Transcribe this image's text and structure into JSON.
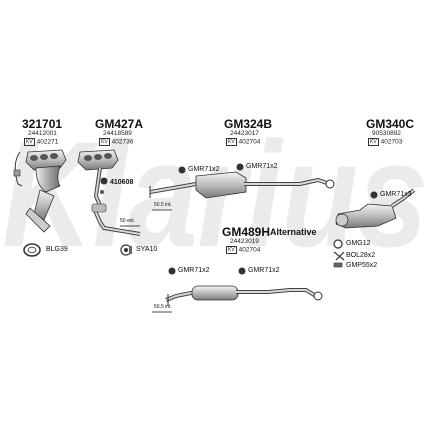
{
  "watermark": {
    "text": "Klarius"
  },
  "parts": [
    {
      "code": "321701",
      "ref": "24412001",
      "tag": "402271"
    },
    {
      "code": "GM427A",
      "ref": "24418589",
      "tag": "402736"
    },
    {
      "code": "GM324B",
      "ref": "24423017",
      "tag": "402704"
    },
    {
      "code": "GM340C",
      "ref": "90530892",
      "tag": "402703"
    },
    {
      "code": "GM489H",
      "ref": "24423019",
      "tag": "402704",
      "note": "Alternative"
    }
  ],
  "tag_prefix": "KV",
  "fittings": {
    "f410608": "410608",
    "blg39": "BLG39",
    "sya10": "SYA10",
    "gmr_top_1": "GMR71x2",
    "gmr_top_2": "GMR71x2",
    "gmr_bottom_1": "GMR71x2",
    "gmr_bottom_2": "GMR71x2",
    "gmr71x3": "GMR71x3",
    "gmg12": "GMG12",
    "bol28x2": "BOL28x2",
    "gmp55x2": "GMP55x2"
  },
  "dimensions": {
    "d1": "50 ext.",
    "d2": "50.5 int.",
    "d3": "50.5 int."
  }
}
